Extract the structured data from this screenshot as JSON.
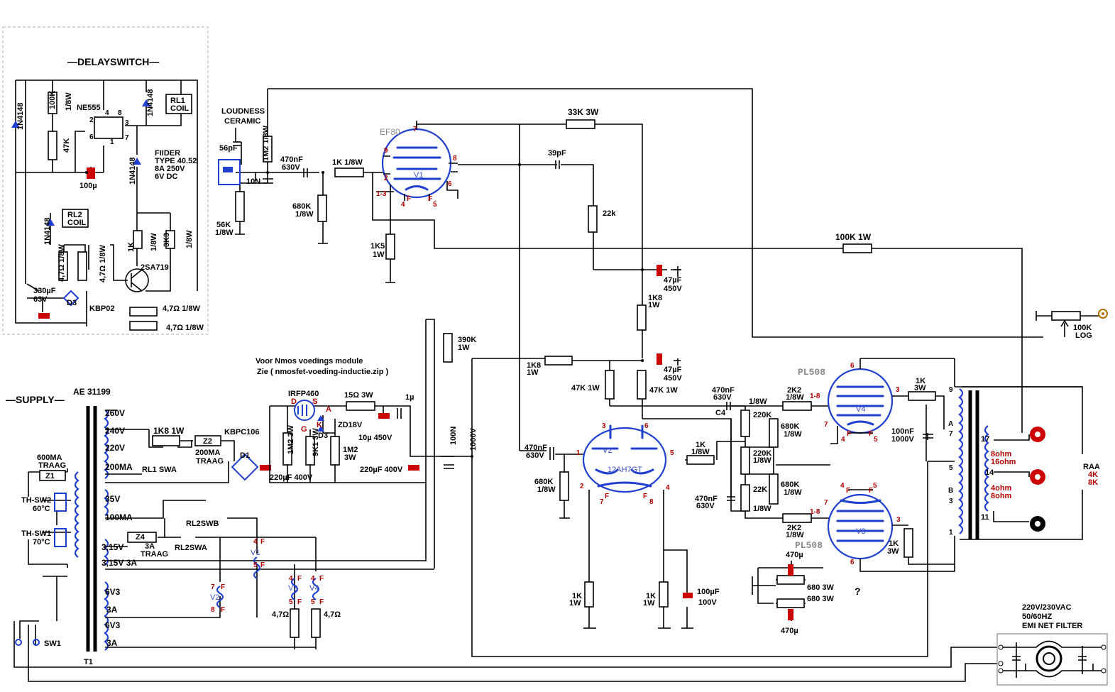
{
  "colors": {
    "wire": "#000000",
    "tube": "#1f3fcf",
    "pin_red": "#b00000",
    "cap_red": "#cc0000",
    "border": "#b0b0b0"
  },
  "titles": {
    "delay_switch": "—DELAYSWITCH—",
    "supply": "—SUPPLY—",
    "transformer": "AE 31199",
    "nmos_note_1": "Voor Nmos voedings module",
    "nmos_note_2": "Zie ( nmosfet-voeding-inductie.zip )"
  },
  "delay": {
    "d_left": "1N4148",
    "r100k": "100K",
    "r100k_w": "1/8W",
    "r47k": "47K",
    "ne555": "NE555",
    "pin2": "2",
    "pin4": "4",
    "pin8": "8",
    "pin6": "6",
    "pin3": "3",
    "pin1": "1",
    "pin7": "7",
    "d_top": "1N4148",
    "rl1_a": "RL1",
    "rl1_b": "COIL",
    "d_mid": "1N4148",
    "finder_1": "FIIDER",
    "finder_2": "TYPE 40.52",
    "finder_3": "8A 250V",
    "finder_4": "6V DC",
    "c100u": "100µ",
    "d_rl2": "1N4148",
    "rl2_a": "RL2",
    "rl2_b": "COIL",
    "r1k": "1K",
    "r1k_w": "1/8W",
    "r3k3": "3K3",
    "r3k3_w": "1/8W",
    "q": "2SA719",
    "r47a": "4,7Ω 1/8W",
    "r47b": "4,7Ω 1/8W",
    "c330": "330µF",
    "c330v": "63V",
    "d3": "D3",
    "kbp": "KBP02",
    "r47c": "4,7Ω 1/8W",
    "r47d": "4,7Ω 1/8W"
  },
  "input": {
    "loudness": "LOUDNESS",
    "ceramic": "CERAMIC",
    "c56p": "56pF",
    "r1m2": "1M2 1/8W",
    "c10n": "10N",
    "r56k": "56K",
    "r56k_w": "1/8W",
    "c470n": "470nF",
    "c470n_v": "630V",
    "r1k": "1K 1/8W",
    "r680k": "680K",
    "r680k_w": "1/8W",
    "r1k5": "1K5",
    "r1k5_w": "1W"
  },
  "v1": {
    "type": "EF80",
    "name": "V1",
    "p7": "7",
    "p9": "9",
    "p2": "2",
    "p13": "1-3",
    "p4": "4",
    "pf1": "F",
    "pf2": "F",
    "p5": "5",
    "p8": "8",
    "p6": "6"
  },
  "mid": {
    "r33k": "33K 3W",
    "c39p": "39pF",
    "r22k": "22k",
    "c47a": "47µF",
    "c47a_v": "450V",
    "r1k8": "1K8",
    "r1k8_w": "1W",
    "r100k1w": "100K 1W",
    "r1k8b": "1K8",
    "r1k8b_w": "1W",
    "c47b": "47µF",
    "c47b_v": "450V",
    "r47k1": "47K 1W",
    "r47k2": "47K 1W",
    "r390k": "390K",
    "r390k_w": "1W",
    "c100n": "100N",
    "c100n_v": "1000V"
  },
  "v2": {
    "type": "12AH7GT",
    "name": "V2",
    "p3": "3",
    "p6": "6",
    "p1": "1",
    "p5": "5",
    "p2": "2",
    "p7": "7",
    "p4": "4",
    "p8": "8",
    "pf1": "F",
    "pf2": "F",
    "c470n": "470nF",
    "c470n_v": "630V",
    "r680k": "680K",
    "r680k_w": "1/8W",
    "r1k": "1K",
    "r1k_w": "1/8W",
    "rk1": "1K",
    "rk1_w": "1W",
    "rk2": "1K",
    "rk2_w": "1W",
    "c100u": "100µF",
    "c100u_v": "100V"
  },
  "phase": {
    "c470a": "470nF",
    "c470a_v": "630V",
    "c4": "C4",
    "r18w": "1/8W",
    "r220a": "220K",
    "r220b": "220K",
    "r220b_w": "1/8W",
    "r22k": "22K",
    "r22k_w": "1/8W",
    "r680a": "680K",
    "r680a_w": "1/8W",
    "r680b": "680K",
    "r680b_w": "1/8W",
    "c470b": "470nF",
    "c470b_v": "630V",
    "r2k2a": "2K2",
    "r2k2a_w": "1/8W",
    "r2k2b": "2K2",
    "r2k2b_w": "1/8W"
  },
  "v4": {
    "type": "PL508",
    "name": "V4",
    "p6": "6",
    "p3": "3",
    "p18": "1-8",
    "p7": "7",
    "p4": "4",
    "p5": "5",
    "pf1": "F",
    "pf2": "F"
  },
  "v3": {
    "type": "PL508",
    "name": "V3",
    "p4": "4",
    "p5": "5",
    "pf1": "F",
    "pf2": "F",
    "p18": "1-8",
    "p3": "3",
    "p6": "6",
    "p7": "7"
  },
  "out": {
    "r1k3w_a": "1K",
    "r1k3w_a_w": "3W",
    "r1k3w_b": "1K",
    "r1k3w_b_w": "3W",
    "c100n": "100nF",
    "c100n_v": "1000V",
    "pin9": "9",
    "pinA": "A",
    "pin7": "7",
    "pin5": "5",
    "pinB": "B",
    "pin3": "3",
    "pin1": "1",
    "t17": "17",
    "t14": "14",
    "t11": "11",
    "o8a": "8ohm",
    "o16": "16ohm",
    "o4": "4ohm",
    "o8b": "8ohm",
    "raa": "RAA",
    "raa4": "4K",
    "raa8": "8K",
    "c470u_a": "470µ",
    "c470u_b": "470µ",
    "r680a": "680 3W",
    "r680b": "680 3W",
    "q": "?",
    "pot": "100K",
    "pot_log": "LOG"
  },
  "supply": {
    "t1": "T1",
    "sw1": "SW1",
    "s260": "260V",
    "s240": "240V",
    "s220": "220V",
    "s200": "200MA",
    "s35": "35V",
    "s100": "100MA",
    "s315a": "3,15V",
    "s315b": "3,15V 3A",
    "s63a": "6V3",
    "s3a": "3A",
    "s63b": "6V3",
    "s3b": "3A",
    "z1a": "600MA",
    "z1b": "TRAAG",
    "z1": "Z1",
    "th2": "TH-SW2",
    "th2t": "60°C",
    "th1": "TH-SW1",
    "th1t": "70°C",
    "r1k8": "1K8 1W",
    "z2": "Z2",
    "z2a": "200MA",
    "z2b": "TRAAG",
    "rl1swa": "RL1 SWA",
    "kbpc": "KBPC106",
    "d1": "D1",
    "irf": "IRFP460",
    "pd": "D",
    "ps": "S",
    "pg": "G",
    "pa": "A",
    "pk": "K",
    "r15": "15Ω 3W",
    "c1u": "1µ",
    "zd": "ZD18V",
    "c10u": "10µ 450V",
    "r1m2a": "1M2 3W",
    "r9k1": "9K1 3W",
    "d3": "D3",
    "r1m2b": "1M2",
    "r1m2b_w": "3W",
    "c220a": "220µF 400V",
    "c220b": "220µF 400V",
    "rl2swb": "RL2SWB",
    "rl2swa": "RL2SWA",
    "z4": "Z4",
    "z4a": "3A",
    "z4b": "TRAAG",
    "h_v1": "V1",
    "h_v2": "V2",
    "h_v3": "V3",
    "h_v4": "V4",
    "p4": "4",
    "p5": "5",
    "p7": "7",
    "p8": "8",
    "pf": "F",
    "r47a": "4,7Ω",
    "r47b": "4,7Ω",
    "emi1": "220V/230VAC",
    "emi2": "50/60HZ",
    "emi3": "EMI NET FILTER"
  }
}
